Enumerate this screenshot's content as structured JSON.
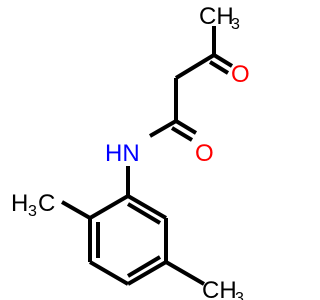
{
  "colors": {
    "background": "#ffffff",
    "bond": "#000000",
    "carbon": "#000000",
    "oxygen": "#ff0000",
    "nitrogen": "#0000ff"
  },
  "labels": {
    "methyl_top": "CH",
    "methyl_top_sub": "3",
    "oxygen_ketone": "O",
    "oxygen_amide": "O",
    "nh": "HN",
    "methyl_left_h": "H",
    "methyl_left_sub": "3",
    "methyl_left_c": "C",
    "methyl_bottom": "CH",
    "methyl_bottom_sub": "3"
  }
}
